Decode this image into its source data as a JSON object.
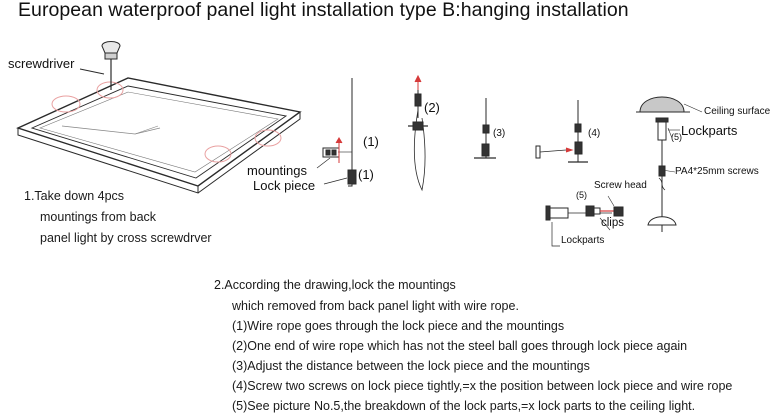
{
  "title": "European waterproof panel light installation type B:hanging installation",
  "labels": {
    "screwdriver": "screwdriver",
    "num_1a": "(1)",
    "num_1b": "(1)",
    "num_2": "(2)",
    "num_3": "(3)",
    "num_4": "(4)",
    "num_5a": "(5)",
    "num_5b": "(5)",
    "mountings": "mountings",
    "lock_piece": "Lock piece",
    "screw_head": "Screw head",
    "clips": "clips",
    "lockparts_small": "Lockparts",
    "ceiling_surface": "Ceiling surface",
    "lockparts_right": "Lockparts",
    "pa4_screws": "PA4*25mm screws"
  },
  "step1": {
    "line1": "1.Take down 4pcs",
    "line2": "mountings from back",
    "line3": "panel light by cross screwdrver"
  },
  "step2": {
    "heading": "2.According the drawing,lock the mountings",
    "line1": "which removed from back panel light with wire rope.",
    "line2": "(1)Wire rope goes through the lock piece and the mountings",
    "line3": "(2)One end of wire rope which has not the steel ball goes through lock piece again",
    "line4": "(3)Adjust the distance between the lock piece and the mountings",
    "line5": "(4)Screw two screws on lock piece tightly,=x the position between lock piece and wire rope",
    "line6": "(5)See picture No.5,the breakdown of the lock parts,=x lock parts to the ceiling light."
  },
  "colors": {
    "line": "#2a2a2a",
    "accent_red": "#d63a3a",
    "circle_pink": "#e9a0a0",
    "ceiling_fill": "#c8c8c8"
  }
}
